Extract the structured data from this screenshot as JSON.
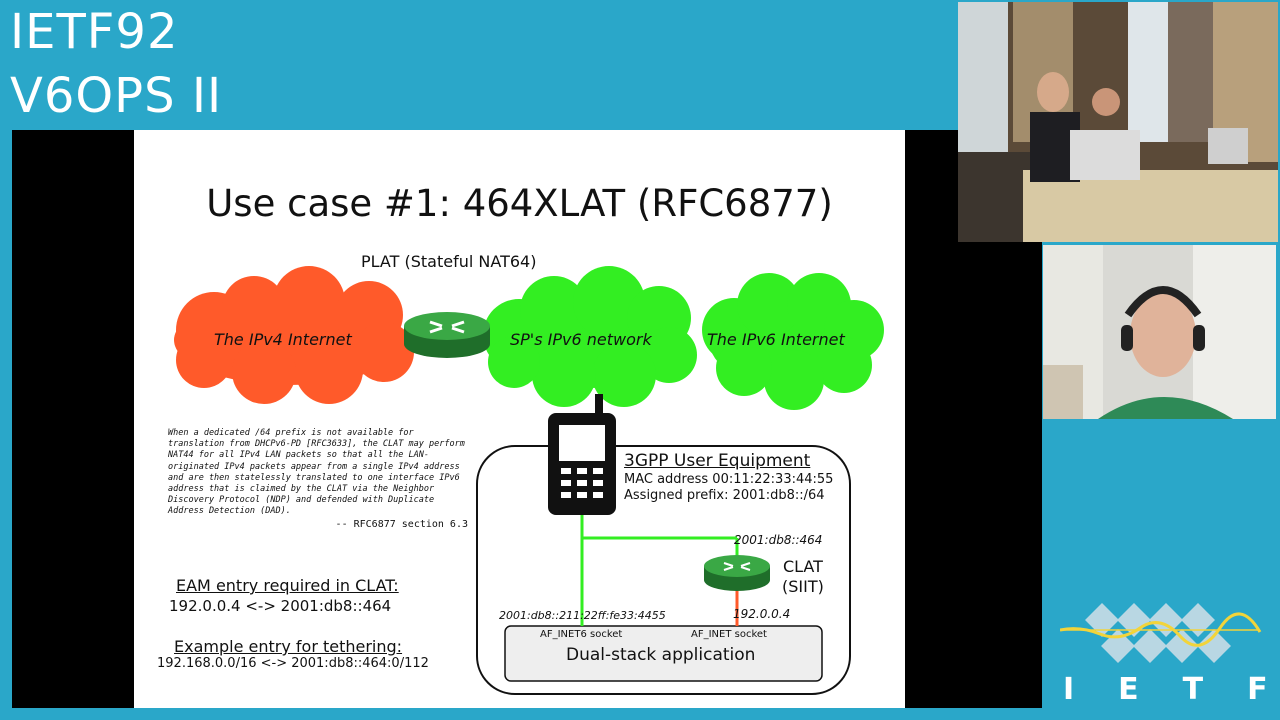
{
  "header": {
    "line1": "IETF92",
    "line2": "V6OPS II"
  },
  "slide": {
    "title": "Use case #1: 464XLAT (RFC6877)",
    "plat_label": "PLAT (Stateful NAT64)",
    "clouds": {
      "ipv4": "The IPv4 Internet",
      "sp": "SP's IPv6 network",
      "ipv6": "The IPv6 Internet"
    },
    "quote": {
      "text": "When a dedicated /64 prefix is not available for translation from DHCPv6-PD [RFC3633], the CLAT may perform NAT44 for all IPv4 LAN packets so that all the LAN-originated IPv4 packets appear from a single IPv4 address and are then statelessly translated to one interface IPv6 address that is claimed by the CLAT via the Neighbor Discovery Protocol (NDP) and defended with Duplicate Address Detection (DAD).",
      "attribution": "-- RFC6877 section 6.3"
    },
    "eam": {
      "heading": "EAM entry required in CLAT:",
      "value": "192.0.0.4 <-> 2001:db8::464"
    },
    "example": {
      "heading": "Example entry for tethering:",
      "value": "192.168.0.0/16 <-> 2001:db8::464:0/112"
    },
    "ue": {
      "title": "3GPP User Equipment",
      "mac": "MAC address 00:11:22:33:44:55",
      "prefix": "Assigned prefix: 2001:db8::/64"
    },
    "clat": {
      "line1": "CLAT",
      "line2": "(SIIT)",
      "v6addr": "2001:db8::464",
      "v4addr": "192.0.0.4"
    },
    "slaac_addr": "2001:db8::211:22ff:fe33:4455",
    "sockets": {
      "inet6": "AF_INET6 socket",
      "inet": "AF_INET socket"
    },
    "dual_stack": "Dual-stack application"
  },
  "logo_text": "IETF",
  "colors": {
    "background": "#2aa7c9",
    "ipv4_cloud": "#ff5a2a",
    "ipv6_cloud": "#33ee22",
    "router": "#2f8f3a"
  }
}
